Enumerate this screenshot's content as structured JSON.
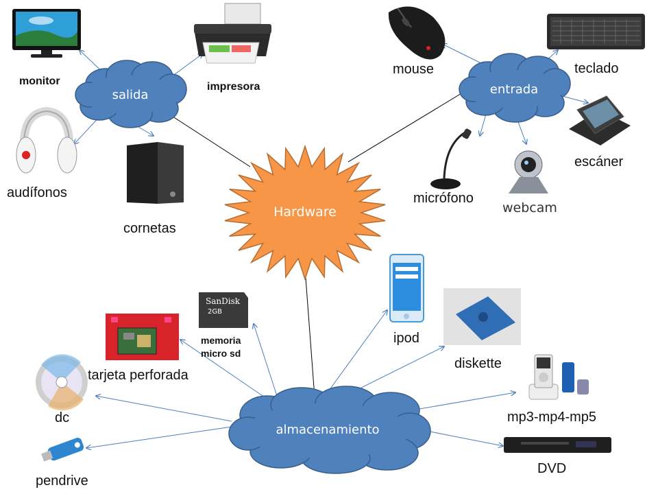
{
  "center": {
    "label": "Hardware"
  },
  "groups": {
    "salida": {
      "label": "salida"
    },
    "entrada": {
      "label": "entrada"
    },
    "almacenamiento": {
      "label": "almacenamiento"
    }
  },
  "devices": {
    "monitor": "monitor",
    "impresora": "impresora",
    "audifonos": "audífonos",
    "cornetas": "cornetas",
    "mouse": "mouse",
    "teclado": "teclado",
    "escaner": "escáner",
    "microfono": "micrófono",
    "webcam": "webcam",
    "tarjeta_perforada": "tarjeta perforada",
    "memoria_line1": "memoria",
    "memoria_line2": "micro sd",
    "sd_brand": "SanDisk",
    "sd_capacity": "2GB",
    "ipod": "ipod",
    "diskette": "diskette",
    "dc": "dc",
    "pendrive": "pendrive",
    "mp3": "mp3-mp4-mp5",
    "dvd": "DVD"
  },
  "colors": {
    "cloud": "#4f81bd",
    "cloud_border": "#385d8a",
    "star": "#f79646",
    "star_border": "#b66d31",
    "arrow_black": "#000000",
    "arrow_blue": "#4a7ebb"
  },
  "icons": [
    "monitor-icon",
    "printer-icon",
    "headphones-icon",
    "speakers-icon",
    "mouse-icon",
    "keyboard-icon",
    "scanner-icon",
    "microphone-icon",
    "webcam-icon",
    "punch-card-icon",
    "microsd-icon",
    "ipod-icon",
    "diskette-icon",
    "cd-icon",
    "usb-drive-icon",
    "mp3-player-icon",
    "dvd-player-icon"
  ]
}
